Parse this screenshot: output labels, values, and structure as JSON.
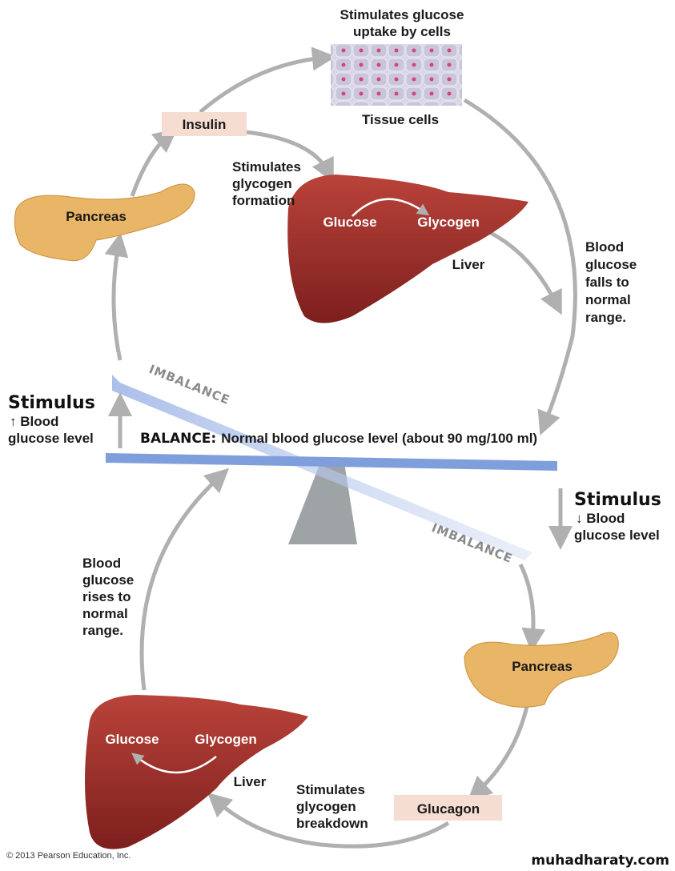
{
  "top": {
    "tissue_caption": [
      "Stimulates glucose",
      "uptake by cells"
    ],
    "tissue_label": "Tissue cells",
    "hormone": "Insulin",
    "pancreas": "Pancreas",
    "liver_action": [
      "Stimulates",
      "glycogen",
      "formation"
    ],
    "liver_glucose": "Glucose",
    "liver_glycogen": "Glycogen",
    "liver_label": "Liver",
    "result": [
      "Blood",
      "glucose",
      "falls to",
      "normal",
      "range."
    ]
  },
  "balance": {
    "label_bold": "BALANCE:",
    "label_text": "Normal blood glucose level (about 90 mg/100 ml)",
    "imbalance_top": "IMBALANCE",
    "imbalance_bottom": "IMBALANCE"
  },
  "stimulus_high": {
    "title": "Stimulus",
    "line1": "↑ Blood",
    "line2": "glucose level"
  },
  "stimulus_low": {
    "title": "Stimulus",
    "line1": "↓ Blood",
    "line2": "glucose level"
  },
  "bottom": {
    "pancreas": "Pancreas",
    "hormone": "Glucagon",
    "liver_action": [
      "Stimulates",
      "glycogen",
      "breakdown"
    ],
    "liver_glucose": "Glucose",
    "liver_glycogen": "Glycogen",
    "liver_label": "Liver",
    "result": [
      "Blood",
      "glucose",
      "rises to",
      "normal",
      "range."
    ]
  },
  "footer": {
    "copyright": "© 2013 Pearson Education, Inc.",
    "watermark": "muhadharaty.com"
  },
  "colors": {
    "arrow": "#b0b0b0",
    "hormone_box": "#f6ddd2",
    "liver": "#a8312c",
    "pancreas": "#e9b566",
    "beam": "#7f9fdc",
    "fulcrum": "#9ea3a6"
  }
}
